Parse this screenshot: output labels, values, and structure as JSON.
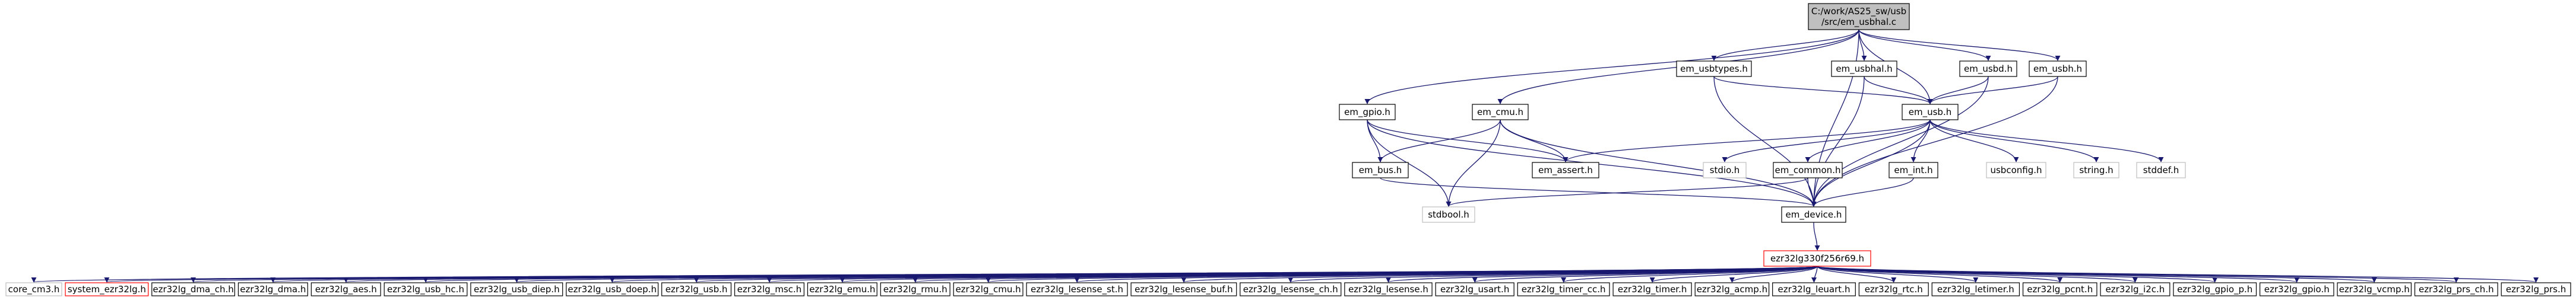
{
  "colors": {
    "edge": "#191970",
    "node_border": "#000000",
    "root_fill": "#bfbfbf",
    "node_fill": "#ffffff",
    "missing_border": "#bfbfbf",
    "highlight_border": "#ff0000",
    "text": "#000000"
  },
  "nodes": {
    "root": {
      "lines": [
        "C:/work/AS25_sw/usb",
        "/src/em_usbhal.c"
      ],
      "kind": "root"
    },
    "usbtypes": {
      "lines": [
        "em_usbtypes.h"
      ],
      "kind": "normal"
    },
    "usbhal": {
      "lines": [
        "em_usbhal.h"
      ],
      "kind": "normal"
    },
    "usbd": {
      "lines": [
        "em_usbd.h"
      ],
      "kind": "normal"
    },
    "usbh": {
      "lines": [
        "em_usbh.h"
      ],
      "kind": "normal"
    },
    "gpio": {
      "lines": [
        "em_gpio.h"
      ],
      "kind": "normal"
    },
    "cmu": {
      "lines": [
        "em_cmu.h"
      ],
      "kind": "normal"
    },
    "usb": {
      "lines": [
        "em_usb.h"
      ],
      "kind": "normal"
    },
    "bus": {
      "lines": [
        "em_bus.h"
      ],
      "kind": "normal"
    },
    "assert": {
      "lines": [
        "em_assert.h"
      ],
      "kind": "normal"
    },
    "stdio": {
      "lines": [
        "stdio.h"
      ],
      "kind": "missing"
    },
    "common": {
      "lines": [
        "em_common.h"
      ],
      "kind": "normal"
    },
    "int": {
      "lines": [
        "em_int.h"
      ],
      "kind": "normal"
    },
    "usbconfig": {
      "lines": [
        "usbconfig.h"
      ],
      "kind": "missing"
    },
    "string": {
      "lines": [
        "string.h"
      ],
      "kind": "missing"
    },
    "stddef": {
      "lines": [
        "stddef.h"
      ],
      "kind": "missing"
    },
    "stdbool": {
      "lines": [
        "stdbool.h"
      ],
      "kind": "missing"
    },
    "device": {
      "lines": [
        "em_device.h"
      ],
      "kind": "normal"
    },
    "efm": {
      "lines": [
        "ezr32lg330f256r69.h"
      ],
      "kind": "highlight"
    },
    "core_cm3": {
      "lines": [
        "core_cm3.h"
      ],
      "kind": "missing"
    },
    "system": {
      "lines": [
        "system_ezr32lg.h"
      ],
      "kind": "highlight"
    },
    "b03": {
      "lines": [
        "ezr32lg_dma_ch.h"
      ],
      "kind": "normal"
    },
    "b04": {
      "lines": [
        "ezr32lg_dma.h"
      ],
      "kind": "normal"
    },
    "b05": {
      "lines": [
        "ezr32lg_aes.h"
      ],
      "kind": "normal"
    },
    "b06": {
      "lines": [
        "ezr32lg_usb_hc.h"
      ],
      "kind": "normal"
    },
    "b07": {
      "lines": [
        "ezr32lg_usb_diep.h"
      ],
      "kind": "normal"
    },
    "b08": {
      "lines": [
        "ezr32lg_usb_doep.h"
      ],
      "kind": "normal"
    },
    "b09": {
      "lines": [
        "ezr32lg_usb.h"
      ],
      "kind": "normal"
    },
    "b10": {
      "lines": [
        "ezr32lg_msc.h"
      ],
      "kind": "normal"
    },
    "b11": {
      "lines": [
        "ezr32lg_emu.h"
      ],
      "kind": "normal"
    },
    "b12": {
      "lines": [
        "ezr32lg_rmu.h"
      ],
      "kind": "normal"
    },
    "b13": {
      "lines": [
        "ezr32lg_cmu.h"
      ],
      "kind": "normal"
    },
    "b14": {
      "lines": [
        "ezr32lg_lesense_st.h"
      ],
      "kind": "normal"
    },
    "b15": {
      "lines": [
        "ezr32lg_lesense_buf.h"
      ],
      "kind": "normal"
    },
    "b16": {
      "lines": [
        "ezr32lg_lesense_ch.h"
      ],
      "kind": "normal"
    },
    "b17": {
      "lines": [
        "ezr32lg_lesense.h"
      ],
      "kind": "normal"
    },
    "b18": {
      "lines": [
        "ezr32lg_usart.h"
      ],
      "kind": "normal"
    },
    "b19": {
      "lines": [
        "ezr32lg_timer_cc.h"
      ],
      "kind": "normal"
    },
    "b20": {
      "lines": [
        "ezr32lg_timer.h"
      ],
      "kind": "normal"
    },
    "b21": {
      "lines": [
        "ezr32lg_acmp.h"
      ],
      "kind": "normal"
    },
    "b22": {
      "lines": [
        "ezr32lg_leuart.h"
      ],
      "kind": "normal"
    },
    "b23": {
      "lines": [
        "ezr32lg_rtc.h"
      ],
      "kind": "normal"
    },
    "b24": {
      "lines": [
        "ezr32lg_letimer.h"
      ],
      "kind": "normal"
    },
    "b25": {
      "lines": [
        "ezr32lg_pcnt.h"
      ],
      "kind": "normal"
    },
    "b26": {
      "lines": [
        "ezr32lg_i2c.h"
      ],
      "kind": "normal"
    },
    "b27": {
      "lines": [
        "ezr32lg_gpio_p.h"
      ],
      "kind": "normal"
    },
    "b28": {
      "lines": [
        "ezr32lg_gpio.h"
      ],
      "kind": "normal"
    },
    "b29": {
      "lines": [
        "ezr32lg_vcmp.h"
      ],
      "kind": "normal"
    },
    "b30": {
      "lines": [
        "ezr32lg_prs_ch.h"
      ],
      "kind": "normal"
    },
    "b31": {
      "lines": [
        "ezr32lg_prs.h"
      ],
      "kind": "normal"
    }
  },
  "edges": [
    [
      "root",
      "usbtypes"
    ],
    [
      "root",
      "usbhal"
    ],
    [
      "root",
      "usbd"
    ],
    [
      "root",
      "usbh"
    ],
    [
      "root",
      "gpio"
    ],
    [
      "root",
      "cmu"
    ],
    [
      "root",
      "usb"
    ],
    [
      "root",
      "device"
    ],
    [
      "usbtypes",
      "usb"
    ],
    [
      "usbtypes",
      "device"
    ],
    [
      "usbhal",
      "usb"
    ],
    [
      "usbhal",
      "device"
    ],
    [
      "usbd",
      "usb"
    ],
    [
      "usbd",
      "device"
    ],
    [
      "usbh",
      "usb"
    ],
    [
      "usbh",
      "device"
    ],
    [
      "gpio",
      "bus"
    ],
    [
      "gpio",
      "assert"
    ],
    [
      "gpio",
      "stdbool"
    ],
    [
      "gpio",
      "device"
    ],
    [
      "cmu",
      "bus"
    ],
    [
      "cmu",
      "assert"
    ],
    [
      "cmu",
      "stdbool"
    ],
    [
      "cmu",
      "device"
    ],
    [
      "usb",
      "assert"
    ],
    [
      "usb",
      "stdio"
    ],
    [
      "usb",
      "common"
    ],
    [
      "usb",
      "int"
    ],
    [
      "usb",
      "usbconfig"
    ],
    [
      "usb",
      "string"
    ],
    [
      "usb",
      "stddef"
    ],
    [
      "usb",
      "device"
    ],
    [
      "bus",
      "device"
    ],
    [
      "common",
      "stdbool"
    ],
    [
      "common",
      "device"
    ],
    [
      "int",
      "device"
    ],
    [
      "device",
      "efm"
    ],
    [
      "efm",
      "core_cm3"
    ],
    [
      "efm",
      "system"
    ],
    [
      "efm",
      "b03"
    ],
    [
      "efm",
      "b04"
    ],
    [
      "efm",
      "b05"
    ],
    [
      "efm",
      "b06"
    ],
    [
      "efm",
      "b07"
    ],
    [
      "efm",
      "b08"
    ],
    [
      "efm",
      "b09"
    ],
    [
      "efm",
      "b10"
    ],
    [
      "efm",
      "b11"
    ],
    [
      "efm",
      "b12"
    ],
    [
      "efm",
      "b13"
    ],
    [
      "efm",
      "b14"
    ],
    [
      "efm",
      "b15"
    ],
    [
      "efm",
      "b16"
    ],
    [
      "efm",
      "b17"
    ],
    [
      "efm",
      "b18"
    ],
    [
      "efm",
      "b19"
    ],
    [
      "efm",
      "b20"
    ],
    [
      "efm",
      "b21"
    ],
    [
      "efm",
      "b22"
    ],
    [
      "efm",
      "b23"
    ],
    [
      "efm",
      "b24"
    ],
    [
      "efm",
      "b25"
    ],
    [
      "efm",
      "b26"
    ],
    [
      "efm",
      "b27"
    ],
    [
      "efm",
      "b28"
    ],
    [
      "efm",
      "b29"
    ],
    [
      "efm",
      "b30"
    ],
    [
      "efm",
      "b31"
    ]
  ]
}
